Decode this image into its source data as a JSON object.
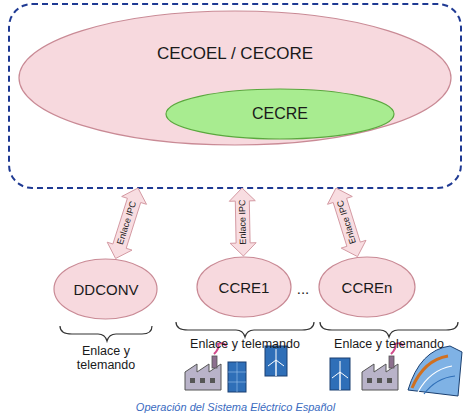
{
  "diagram": {
    "caption": "Operación del Sistema Eléctrico Español",
    "nodes": [
      {
        "text": [
          "CECOEL / CECORE"
        ]
      },
      {
        "text": [
          "CECRE"
        ],
        "in": 0
      },
      {
        "text": [
          "DDCONV"
        ]
      },
      {
        "text": [
          "CCRE1"
        ]
      },
      {
        "text": [
          "CCREn"
        ]
      }
    ],
    "edges": [
      {
        "from": 2,
        "to": 0,
        "arrow": "both",
        "label": "Enlace IPC"
      },
      {
        "from": 3,
        "to": 0,
        "arrow": "both",
        "label": "Enlace IPC"
      },
      {
        "from": 4,
        "to": 0,
        "arrow": "both",
        "label": "Enlace IPC"
      }
    ],
    "labels": [
      "...",
      "Enlace y telemando",
      "Enlace y telemando",
      "Enlace y telemando"
    ]
  }
}
